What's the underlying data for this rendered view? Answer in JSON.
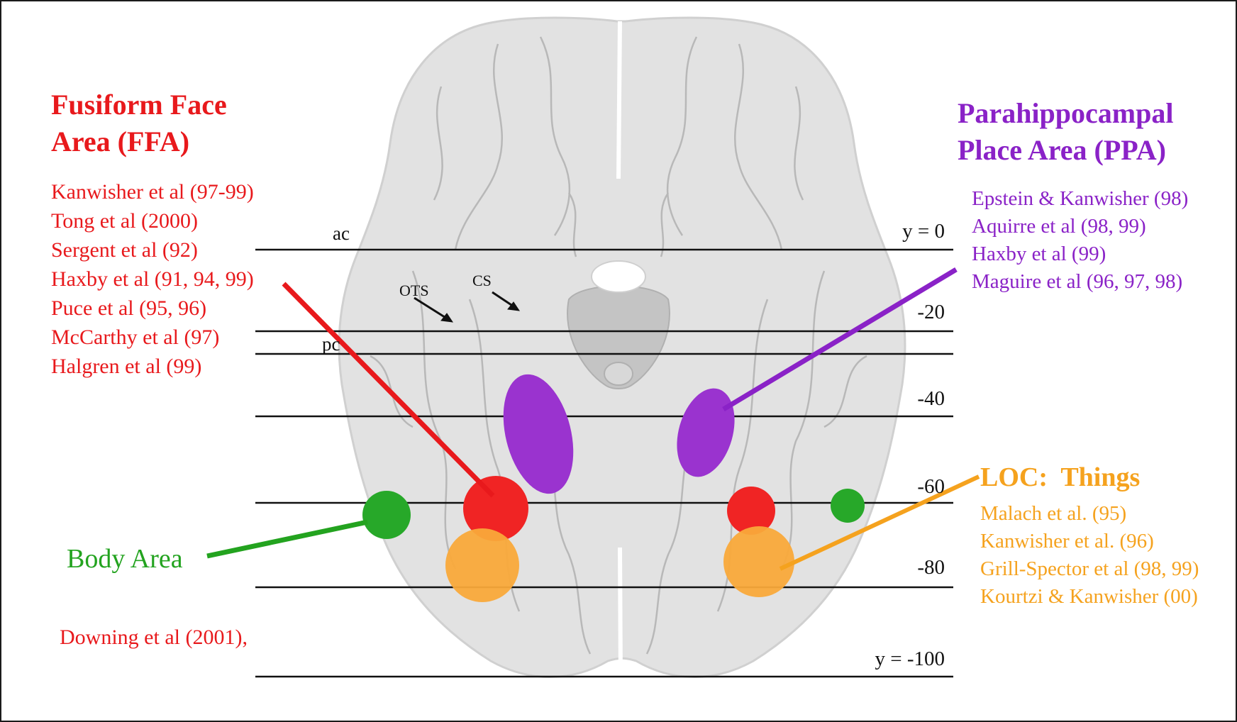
{
  "regions": {
    "ffa": {
      "title_line1": "Fusiform Face",
      "title_line2": "Area (FFA)",
      "color": "#e8191c",
      "refs": [
        "Kanwisher et al (97-99)",
        "Tong et al (2000)",
        "Sergent et al (92)",
        "Haxby et al (91, 94, 99)",
        "Puce et al (95, 96)",
        "McCarthy et al (97)",
        "Halgren et al (99)"
      ]
    },
    "ppa": {
      "title_line1": "Parahippocampal",
      "title_line2": "Place Area (PPA)",
      "color": "#8a22c7",
      "refs": [
        "Epstein & Kanwisher (98)",
        "Aquirre et al (98, 99)",
        "Haxby et al (99)",
        "Maguire et al (96, 97, 98)"
      ]
    },
    "loc": {
      "title": "LOC:  Things",
      "color": "#f5a21e",
      "refs": [
        "Malach et al. (95)",
        "Kanwisher et al. (96)",
        "Grill-Spector et al (98, 99)",
        "Kourtzi & Kanwisher (00)"
      ]
    },
    "body": {
      "title": "Body Area",
      "color": "#23a31f",
      "ref": "Downing et al (2001),"
    }
  },
  "landmarks": {
    "ac": "ac",
    "pc": "pc",
    "ots": "OTS",
    "cs": "CS"
  },
  "y_axis_labels": [
    "y = 0",
    "-20",
    "-40",
    "-60",
    "-80",
    "y = -100"
  ]
}
